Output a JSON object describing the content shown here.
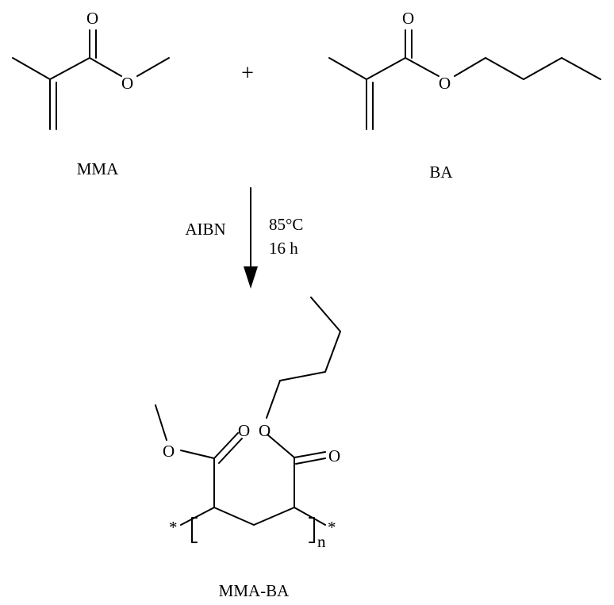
{
  "compounds": {
    "mma": {
      "name": "MMA"
    },
    "ba": {
      "name": "BA"
    },
    "product": {
      "name": "MMA-BA"
    }
  },
  "operator": "+",
  "reaction": {
    "initiator": "AIBN",
    "temperature": "85°C",
    "time": "16 h"
  },
  "atoms": {
    "oxygen": "O",
    "end_group": "*",
    "repeat_index": "n"
  }
}
